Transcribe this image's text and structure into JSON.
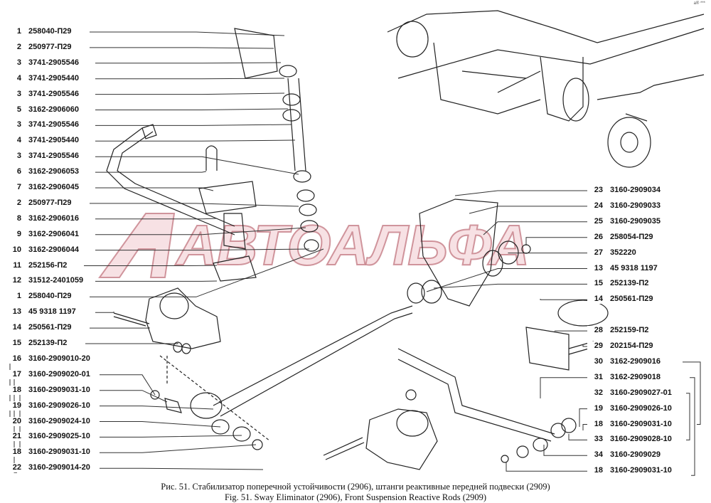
{
  "corner_mark": "a® ***",
  "watermark": "АВТОАЛЬФА",
  "left_labels": [
    {
      "num": "1",
      "code": "258040-П29"
    },
    {
      "num": "2",
      "code": "250977-П29"
    },
    {
      "num": "3",
      "code": "3741-2905546"
    },
    {
      "num": "4",
      "code": "3741-2905440"
    },
    {
      "num": "3",
      "code": "3741-2905546"
    },
    {
      "num": "5",
      "code": "3162-2906060"
    },
    {
      "num": "3",
      "code": "3741-2905546"
    },
    {
      "num": "4",
      "code": "3741-2905440"
    },
    {
      "num": "3",
      "code": "3741-2905546"
    },
    {
      "num": "6",
      "code": "3162-2906053"
    },
    {
      "num": "7",
      "code": "3162-2906045"
    },
    {
      "num": "2",
      "code": "250977-П29"
    },
    {
      "num": "8",
      "code": "3162-2906016"
    },
    {
      "num": "9",
      "code": "3162-2906041"
    },
    {
      "num": "10",
      "code": "3162-2906044"
    },
    {
      "num": "11",
      "code": "252156-П2"
    },
    {
      "num": "12",
      "code": "31512-2401059"
    },
    {
      "num": "1",
      "code": "258040-П29"
    },
    {
      "num": "13",
      "code": "45 9318 1197"
    },
    {
      "num": "14",
      "code": "250561-П29"
    },
    {
      "num": "15",
      "code": "252139-П2"
    },
    {
      "num": "16",
      "code": "3160-2909010-20"
    },
    {
      "num": "17",
      "code": "3160-2909020-01"
    },
    {
      "num": "18",
      "code": "3160-2909031-10"
    },
    {
      "num": "19",
      "code": "3160-2909026-10"
    },
    {
      "num": "20",
      "code": "3160-2909024-10"
    },
    {
      "num": "21",
      "code": "3160-2909025-10"
    },
    {
      "num": "18",
      "code": "3160-2909031-10"
    },
    {
      "num": "22",
      "code": "3160-2909014-20"
    }
  ],
  "right_labels": [
    {
      "num": "23",
      "code": "3160-2909034"
    },
    {
      "num": "24",
      "code": "3160-2909033"
    },
    {
      "num": "25",
      "code": "3160-2909035"
    },
    {
      "num": "26",
      "code": "258054-П29"
    },
    {
      "num": "27",
      "code": "352220"
    },
    {
      "num": "13",
      "code": "45 9318 1197"
    },
    {
      "num": "15",
      "code": "252139-П2"
    },
    {
      "num": "14",
      "code": "250561-П29"
    },
    {
      "num": "28",
      "code": "252159-П2"
    },
    {
      "num": "29",
      "code": "202154-П29"
    },
    {
      "num": "30",
      "code": "3162-2909016"
    },
    {
      "num": "31",
      "code": "3162-2909018"
    },
    {
      "num": "32",
      "code": "3160-2909027-01"
    },
    {
      "num": "19",
      "code": "3160-2909026-10"
    },
    {
      "num": "18",
      "code": "3160-2909031-10"
    },
    {
      "num": "33",
      "code": "3160-2909028-10"
    },
    {
      "num": "34",
      "code": "3160-2909029"
    },
    {
      "num": "18",
      "code": "3160-2909031-10"
    }
  ],
  "caption": {
    "ru": "Рис. 51. Стабилизатор поперечной устойчивости (2906), штанги реактивные передней подвески (2909)",
    "en": "Fig. 51. Sway Eliminator (2906), Front Suspension Reactive Rods (2909)"
  }
}
